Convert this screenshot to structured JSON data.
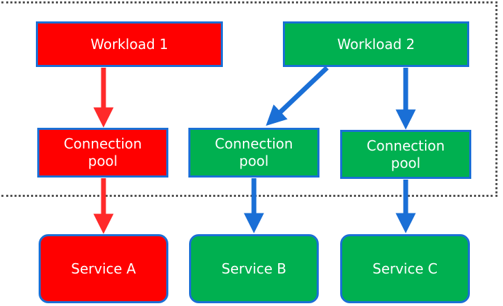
{
  "workloads": [
    {
      "label": "Workload 1",
      "color": "#ff0000"
    },
    {
      "label": "Workload 2",
      "color": "#00b050"
    }
  ],
  "pools": [
    {
      "label": "Connection\npool",
      "color": "#ff0000"
    },
    {
      "label": "Connection\npool",
      "color": "#00b050"
    },
    {
      "label": "Connection\npool",
      "color": "#00b050"
    }
  ],
  "services": [
    {
      "label": "Service A",
      "color": "#ff0000"
    },
    {
      "label": "Service B",
      "color": "#00b050"
    },
    {
      "label": "Service C",
      "color": "#00b050"
    }
  ],
  "colors": {
    "border": "#1a6fd6",
    "arrow_red": "#ff2a2a",
    "arrow_blue": "#1a6fd6",
    "boundary": "#555555"
  }
}
